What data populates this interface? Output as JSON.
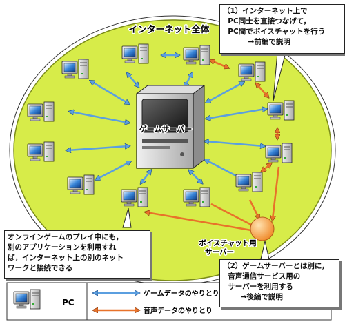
{
  "colors": {
    "internet_fill": "#d7ec49",
    "game_arrow": "#5b9fe0",
    "voice_arrow": "#e8722a",
    "voice_server": "#f4a24a"
  },
  "labels": {
    "internet_title": "インターネット全体",
    "game_server": "ゲームサーバー",
    "voice_server": "ボイスチャット用\nサーバー"
  },
  "callouts": {
    "top_right": "（1）インターネット上で\n  PC同士を直接つなげて，\n  PC間でボイスチャットを行う\n          →前編で説明",
    "bottom_left": "オンラインゲームのプレイ中にも，\n別のアプリケーションを利用すれ\nば，インターネット上の別のネット\nワークと接続できる",
    "bottom_right": "（2）ゲームサーバーとは別に，\n  音声通信サービス用の\n  サーバーを利用する\n       →後編で説明"
  },
  "legend": {
    "pc_label": "PC",
    "game_data": "ゲームデータのやりとり",
    "voice_data": "音声データのやりとり"
  },
  "icons": {
    "pc": "pc-icon",
    "game_server": "server-icon",
    "voice_server": "voice-server-icon"
  }
}
